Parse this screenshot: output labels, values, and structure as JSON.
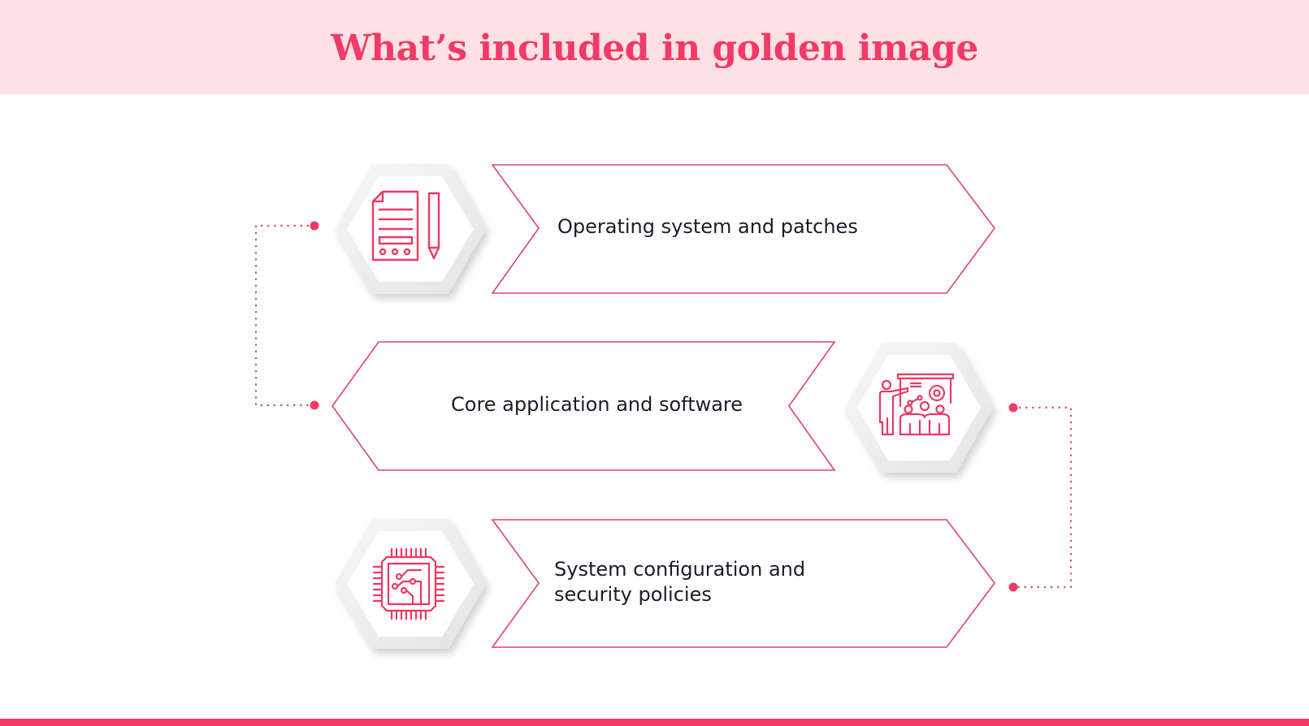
{
  "header": {
    "title": "What’s included in golden image",
    "background": "#fde1e5",
    "title_color": "#f13a65"
  },
  "items": [
    {
      "label": "Operating system and patches",
      "icon": "document-pencil-icon",
      "side": "left"
    },
    {
      "label": "Core application and software",
      "icon": "presentation-team-icon",
      "side": "right"
    },
    {
      "label": "System configuration and security policies",
      "label_line1": "System configuration and",
      "label_line2": "security policies",
      "icon": "cpu-chip-icon",
      "side": "left"
    }
  ],
  "colors": {
    "accent": "#f13a65",
    "outline": "#d9466a",
    "dots": "#c4496b",
    "footer": "#fa3866",
    "text": "#1d1b2a"
  }
}
